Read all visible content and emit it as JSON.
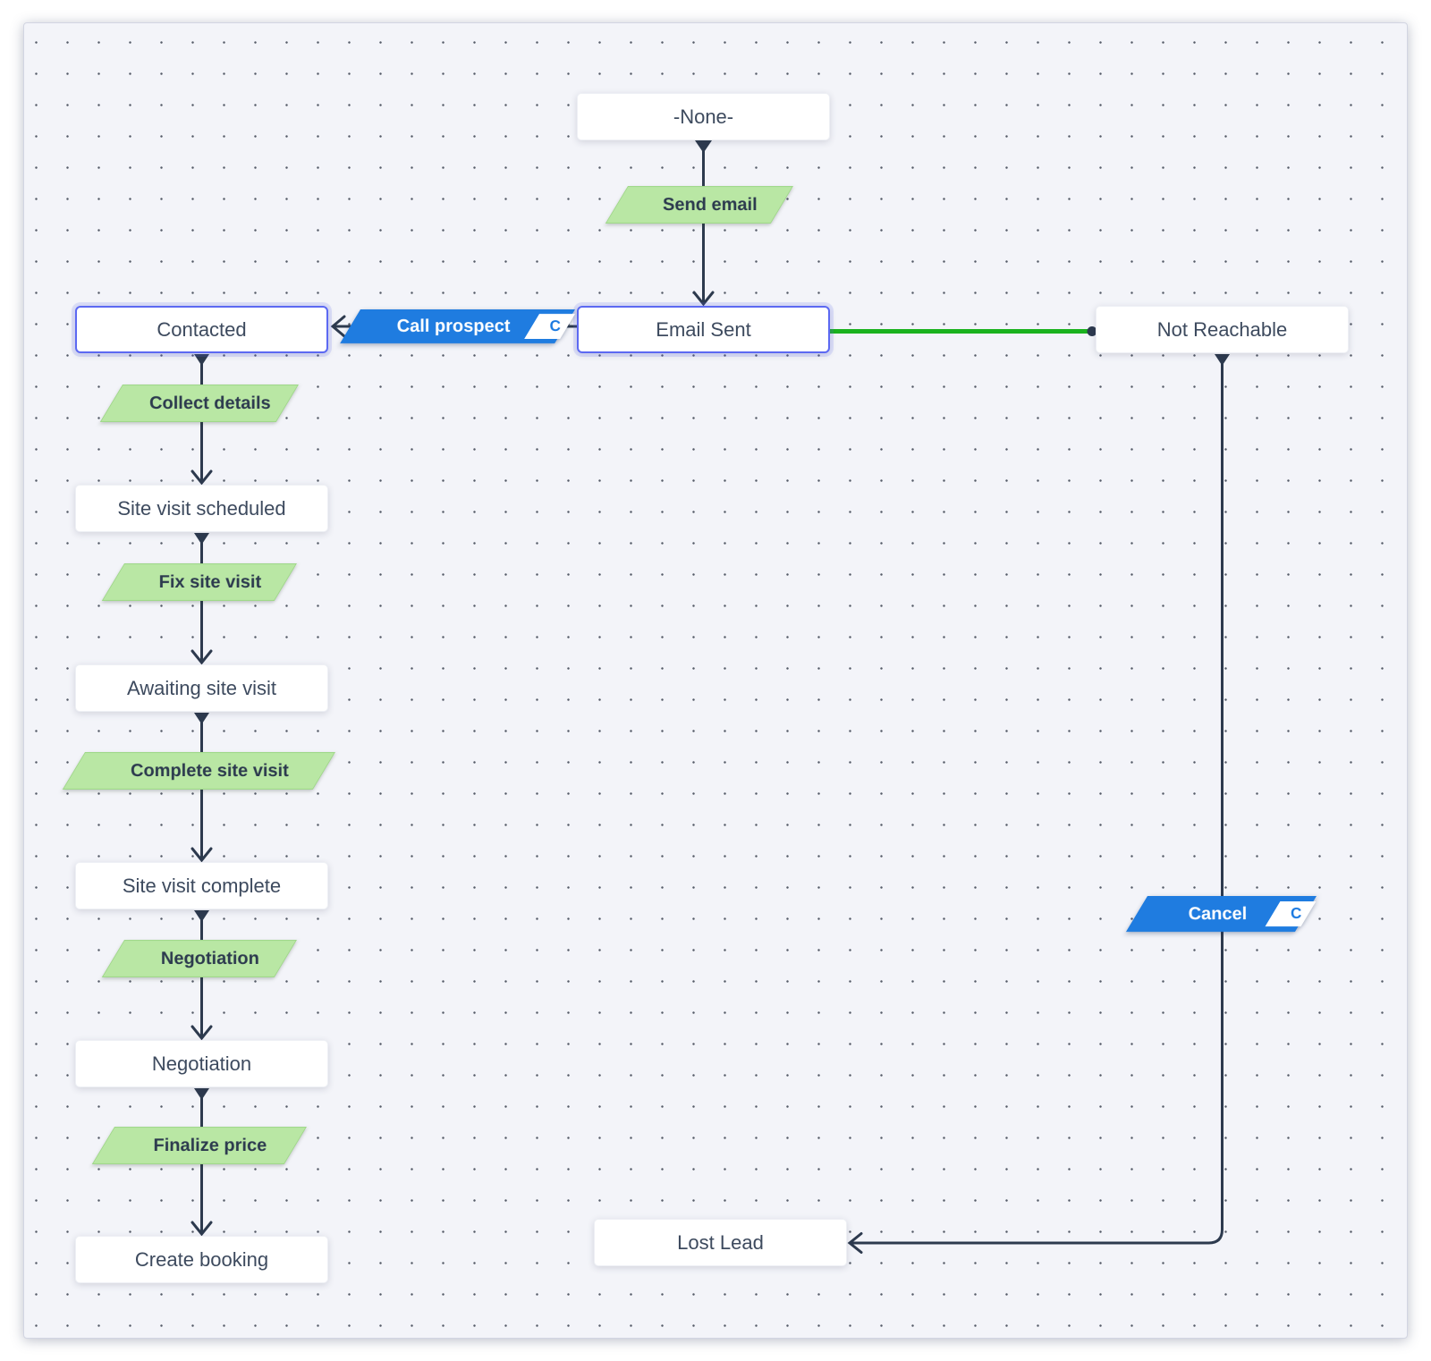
{
  "diagram": {
    "states": {
      "none": {
        "label": "-None-"
      },
      "email_sent": {
        "label": "Email Sent",
        "highlighted": "true"
      },
      "contacted": {
        "label": "Contacted",
        "highlighted": "true"
      },
      "not_reachable": {
        "label": "Not Reachable"
      },
      "site_visit_scheduled": {
        "label": "Site visit scheduled"
      },
      "awaiting_site_visit": {
        "label": "Awaiting site visit"
      },
      "site_visit_complete": {
        "label": "Site visit complete"
      },
      "negotiation": {
        "label": "Negotiation"
      },
      "create_booking": {
        "label": "Create booking"
      },
      "lost_lead": {
        "label": "Lost Lead"
      }
    },
    "transitions": {
      "send_email": {
        "label": "Send email"
      },
      "call_prospect": {
        "label": "Call prospect",
        "badge": "C"
      },
      "collect_details": {
        "label": "Collect details"
      },
      "fix_site_visit": {
        "label": "Fix site visit"
      },
      "complete_site_visit": {
        "label": "Complete site visit"
      },
      "negotiation_action": {
        "label": "Negotiation"
      },
      "finalize_price": {
        "label": "Finalize price"
      },
      "cancel": {
        "label": "Cancel",
        "badge": "C"
      }
    },
    "colors": {
      "canvas_bg": "#f3f4f9",
      "grid_dot": "#555b68",
      "connector": "#2d3a4e",
      "success_connector_green": "#1ab21e",
      "transition_green_bg": "#b9e7a4",
      "transition_blue_bg": "#1f7ce0",
      "highlight_border_blue": "#5c69f2",
      "state_text": "#3d4a5e"
    }
  }
}
